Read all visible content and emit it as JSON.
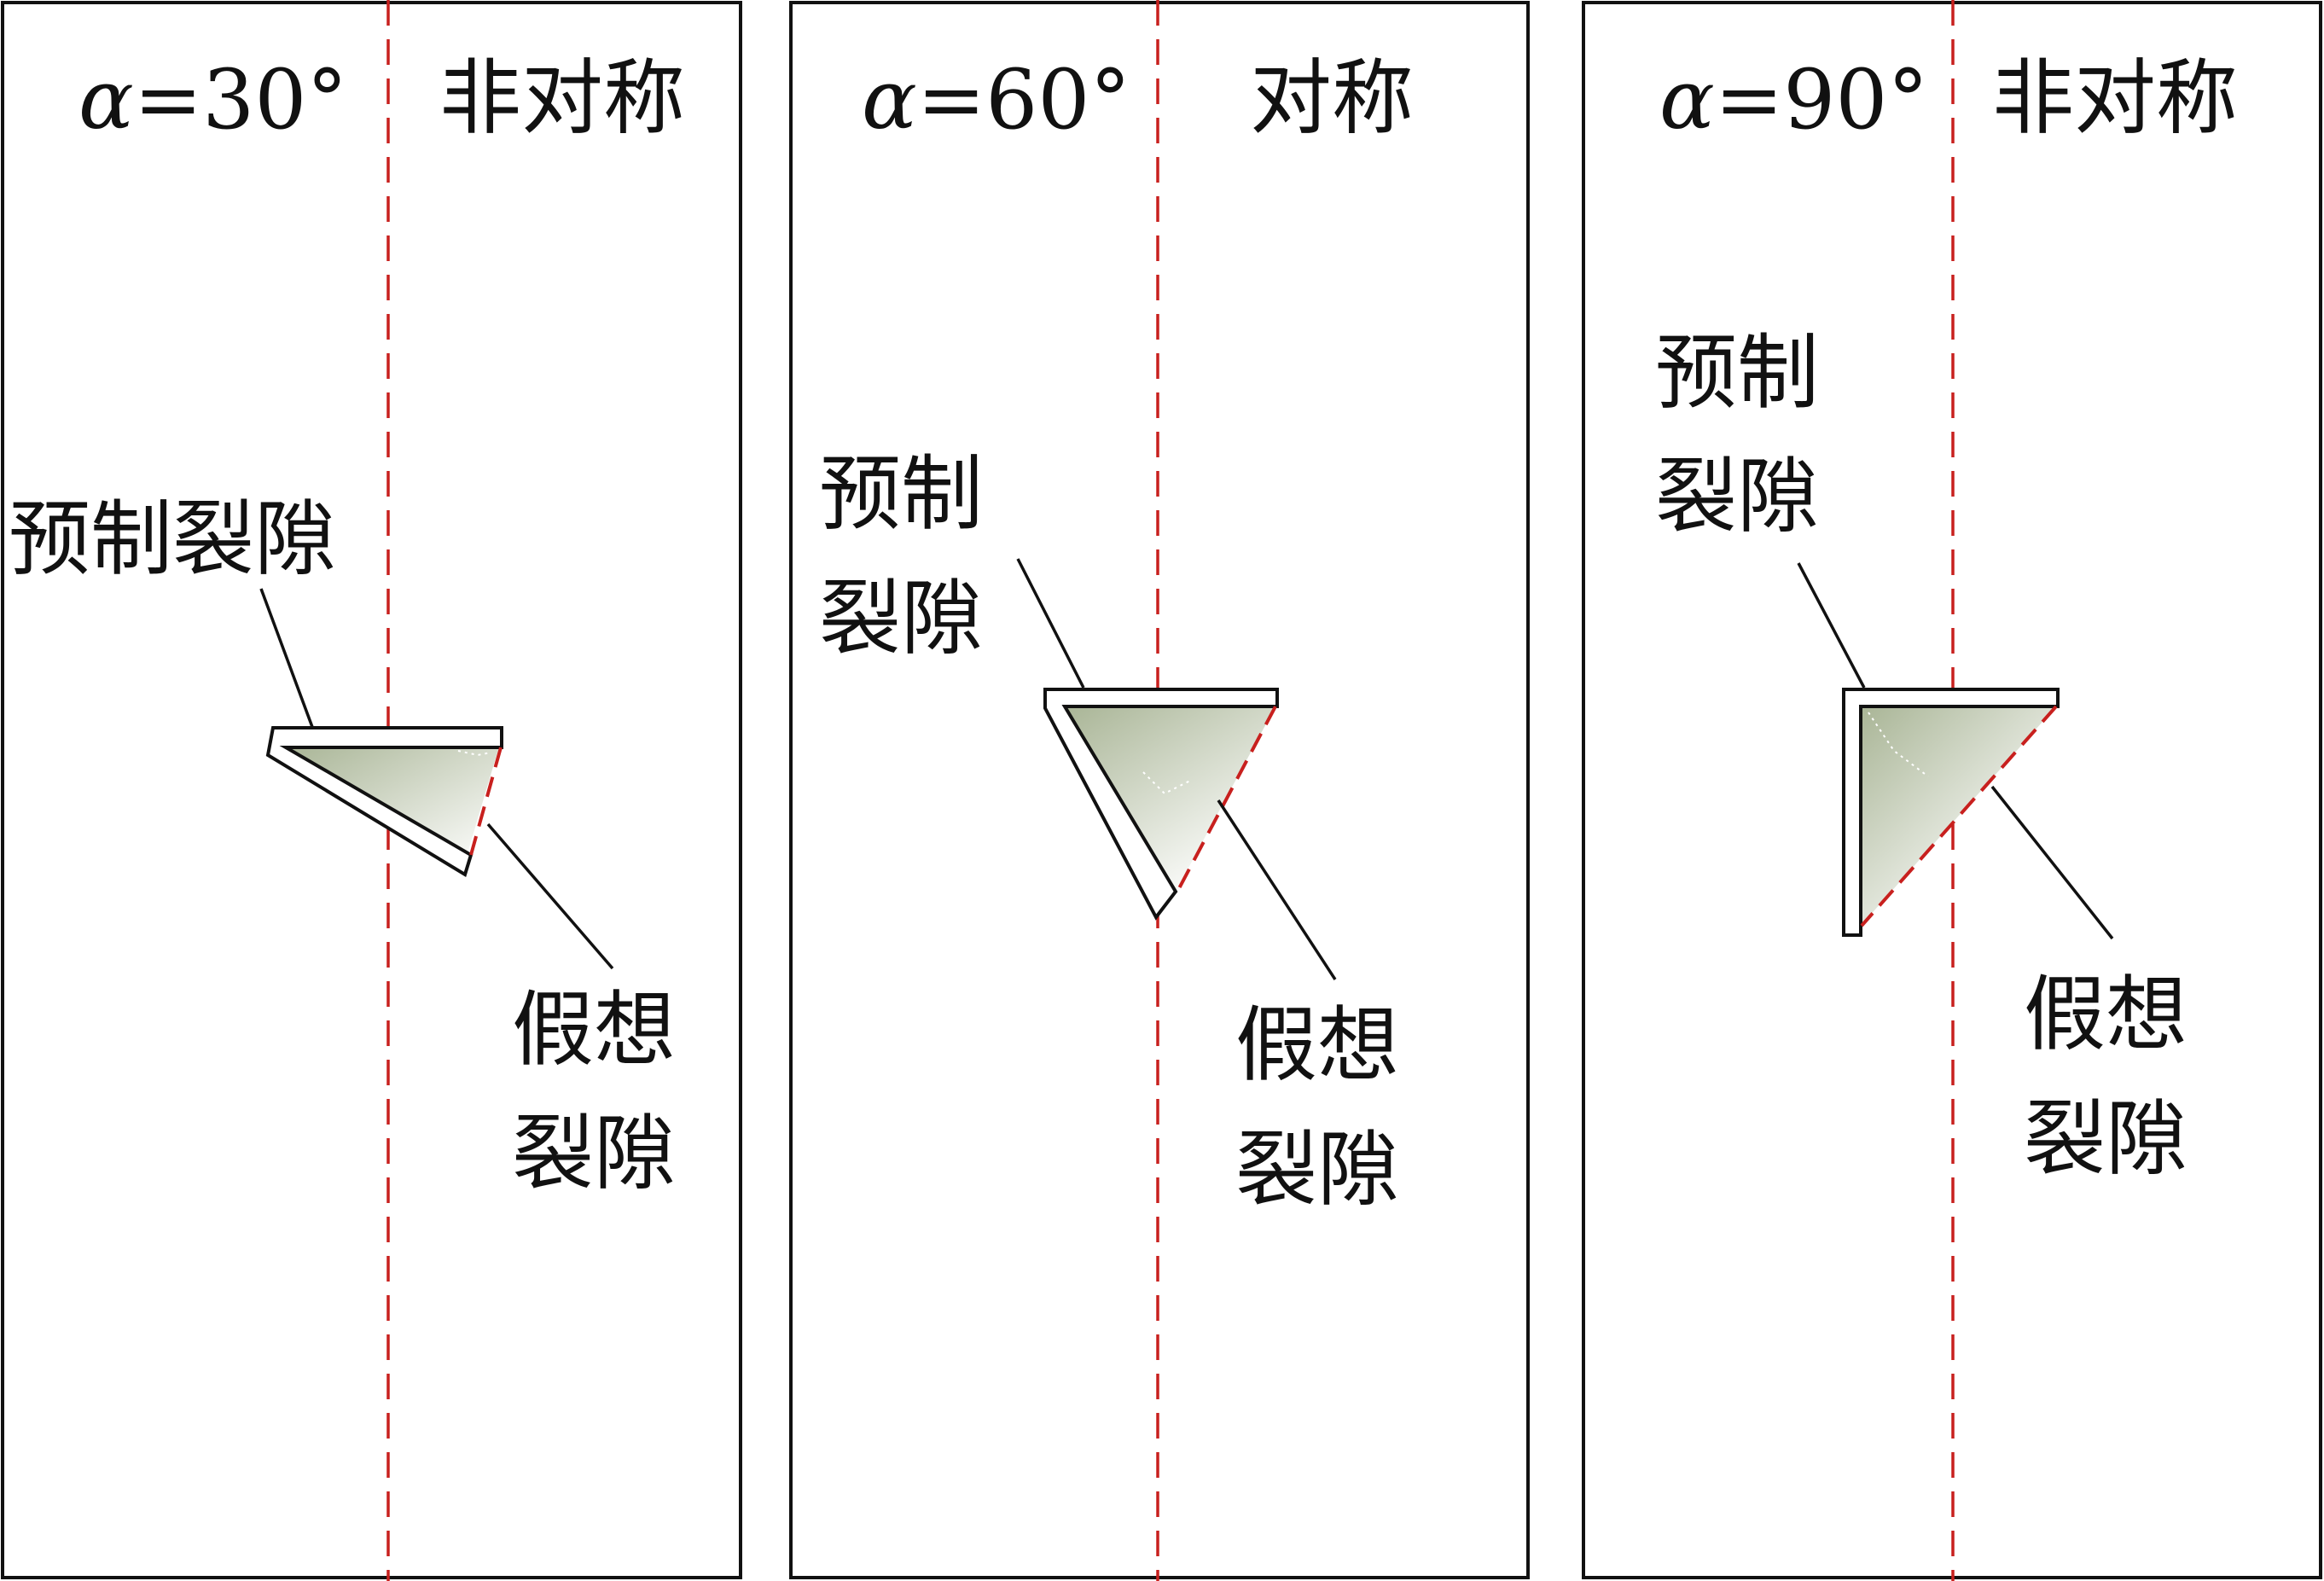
{
  "panels": [
    {
      "id": "p1",
      "angle_symbol": "α",
      "angle_value": "=30°",
      "symmetry_label": "非对称",
      "crack_angle_deg": 30,
      "prefab_crack_lines": [
        "预制裂隙"
      ],
      "virtual_crack_lines": [
        "假想",
        "裂隙"
      ]
    },
    {
      "id": "p2",
      "angle_symbol": "α",
      "angle_value": "=60°",
      "symmetry_label": "对称",
      "crack_angle_deg": 60,
      "prefab_crack_lines": [
        "预制",
        "裂隙"
      ],
      "virtual_crack_lines": [
        "假想",
        "裂隙"
      ]
    },
    {
      "id": "p3",
      "angle_symbol": "α",
      "angle_value": "=90°",
      "symmetry_label": "非对称",
      "crack_angle_deg": 90,
      "prefab_crack_lines": [
        "预制",
        "裂隙"
      ],
      "virtual_crack_lines": [
        "假想",
        "裂隙"
      ]
    }
  ],
  "colors": {
    "frame": "#111111",
    "center_line": "#c8201e",
    "virtual_crack": "#c8201e",
    "fill_dark": "#a9b596",
    "fill_light": "#ffffff"
  }
}
